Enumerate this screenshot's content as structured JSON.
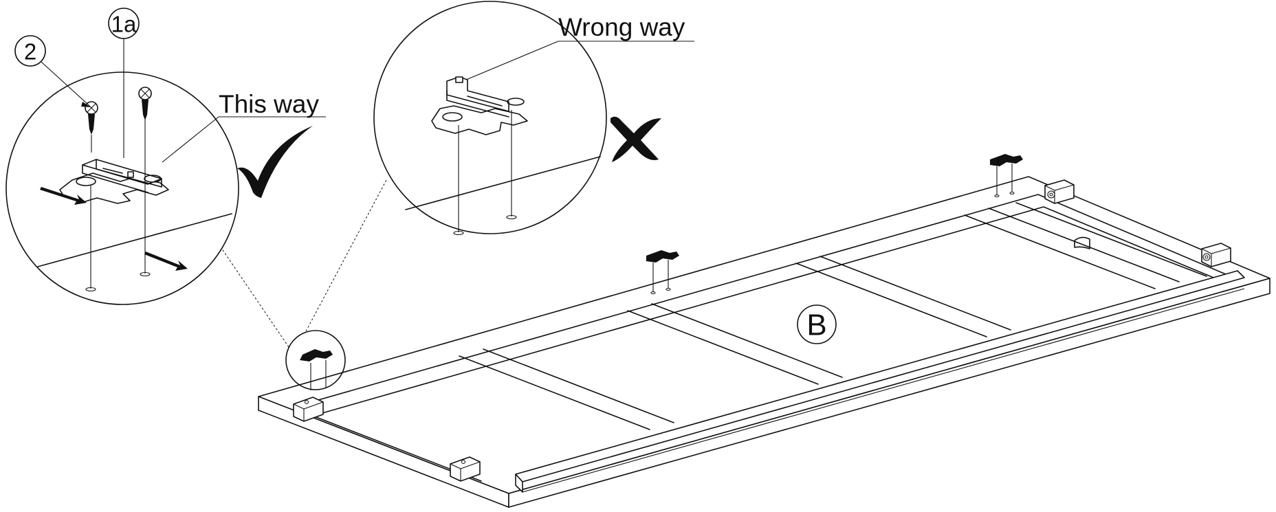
{
  "labels": {
    "part_1a": "1a",
    "part_2": "2",
    "this_way": "This way",
    "wrong_way": "Wrong way",
    "panel_b": "B"
  },
  "icons": {
    "correct": "checkmark-icon",
    "incorrect": "cross-icon"
  }
}
